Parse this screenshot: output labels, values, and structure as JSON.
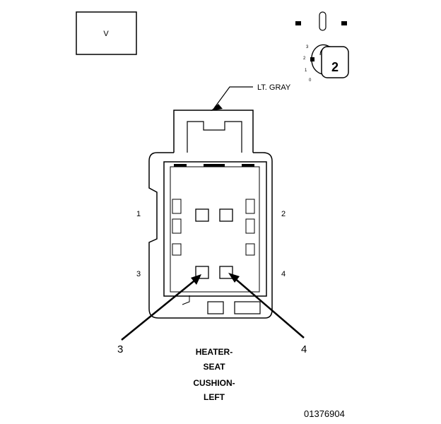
{
  "view_box_label": "V",
  "wire_color_label": "LT. GRAY",
  "connector_badge_number": "2",
  "badge_scale": [
    "3",
    "2",
    "1",
    "0"
  ],
  "pin_labels": {
    "p1": "1",
    "p2": "2",
    "p3": "3",
    "p4": "4"
  },
  "callouts": {
    "left": "3",
    "right": "4"
  },
  "caption": [
    "HEATER-",
    "SEAT",
    "CUSHION-",
    "LEFT"
  ],
  "figure_number": "01376904"
}
